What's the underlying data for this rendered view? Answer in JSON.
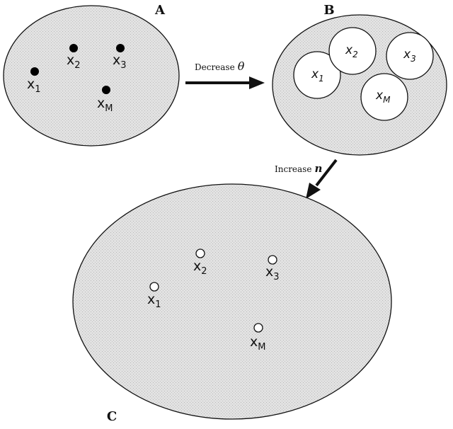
{
  "panels": {
    "A": {
      "letter": "A",
      "points": [
        {
          "base": "x",
          "sub": "1"
        },
        {
          "base": "x",
          "sub": "2"
        },
        {
          "base": "x",
          "sub": "3"
        },
        {
          "base": "x",
          "sub": "M"
        }
      ]
    },
    "B": {
      "letter": "B",
      "points": [
        {
          "base": "x",
          "sub": "1"
        },
        {
          "base": "x",
          "sub": "2"
        },
        {
          "base": "x",
          "sub": "3"
        },
        {
          "base": "x",
          "sub": "M"
        }
      ]
    },
    "C": {
      "letter": "C",
      "points": [
        {
          "base": "x",
          "sub": "1"
        },
        {
          "base": "x",
          "sub": "2"
        },
        {
          "base": "x",
          "sub": "3"
        },
        {
          "base": "x",
          "sub": "M"
        }
      ]
    }
  },
  "arrows": {
    "decrease": {
      "text": "Decrease",
      "symbol": "θ"
    },
    "increase": {
      "text": "Increase",
      "symbol": "n"
    }
  },
  "colors": {
    "region_fill": "#dcdcdc",
    "stroke": "#111111",
    "point_filled": "#000000",
    "point_open": "#ffffff"
  }
}
